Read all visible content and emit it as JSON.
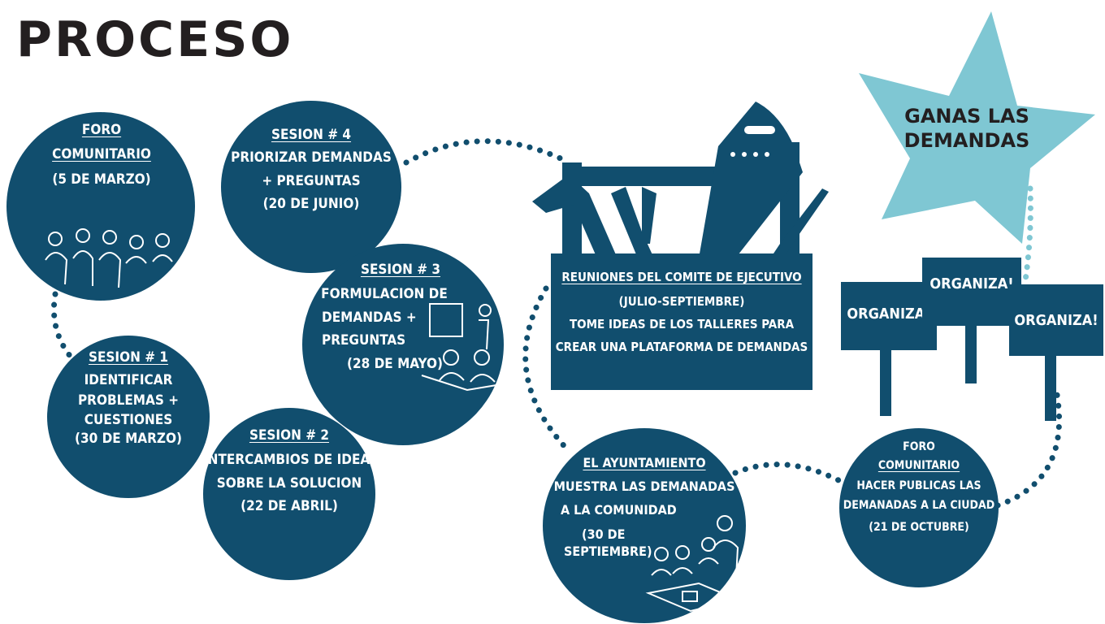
{
  "title": "PROCESO",
  "foro1": {
    "heading": [
      "FORO",
      "COMUNITARIO"
    ],
    "date": "(5 DE MARZO)"
  },
  "sesion1": {
    "heading": "SESION # 1",
    "lines": [
      "IDENTIFICAR",
      "PROBLEMAS +",
      "CUESTIONES",
      "(30 DE MARZO)"
    ]
  },
  "sesion2": {
    "heading": "SESION # 2",
    "lines": [
      "INTERCAMBIOS DE IDEAS",
      "SOBRE LA SOLUCION",
      "(22 DE ABRIL)"
    ]
  },
  "sesion3": {
    "heading": "SESION # 3",
    "lines": [
      "FORMULACION DE",
      "DEMANDAS +",
      "PREGUNTAS",
      "(28 DE MAYO)"
    ]
  },
  "sesion4": {
    "heading": "SESION # 4",
    "lines": [
      "PRIORIZAR DEMANDAS",
      "+ PREGUNTAS",
      "(20 DE JUNIO)"
    ]
  },
  "comite": {
    "heading": "REUNIONES DEL COMITE DE EJECUTIVO",
    "lines": [
      "(JULIO-SEPTIEMBRE)",
      "TOME IDEAS DE LOS TALLERES PARA",
      "CREAR UNA PLATAFORMA DE DEMANDAS"
    ]
  },
  "ayuntamiento": {
    "heading": "EL AYUNTAMIENTO",
    "lines": [
      "MUESTRA LAS DEMANADAS",
      "A LA COMUNIDAD",
      "(30 DE",
      "SEPTIEMBRE)"
    ]
  },
  "foro2": {
    "heading": [
      "FORO",
      "COMUNITARIO"
    ],
    "lines": [
      "HACER PUBLICAS LAS",
      "DEMANADAS A LA CIUDAD",
      "(21 DE OCTUBRE)"
    ]
  },
  "star": {
    "lines": [
      "GANAS LAS",
      "DEMANDAS"
    ]
  },
  "signs": [
    "ORGANIZA!",
    "ORGANIZA!",
    "ORGANIZA!"
  ],
  "colors": {
    "circle": "#114e6e",
    "star": "#7fc7d3",
    "title": "#231f20"
  }
}
